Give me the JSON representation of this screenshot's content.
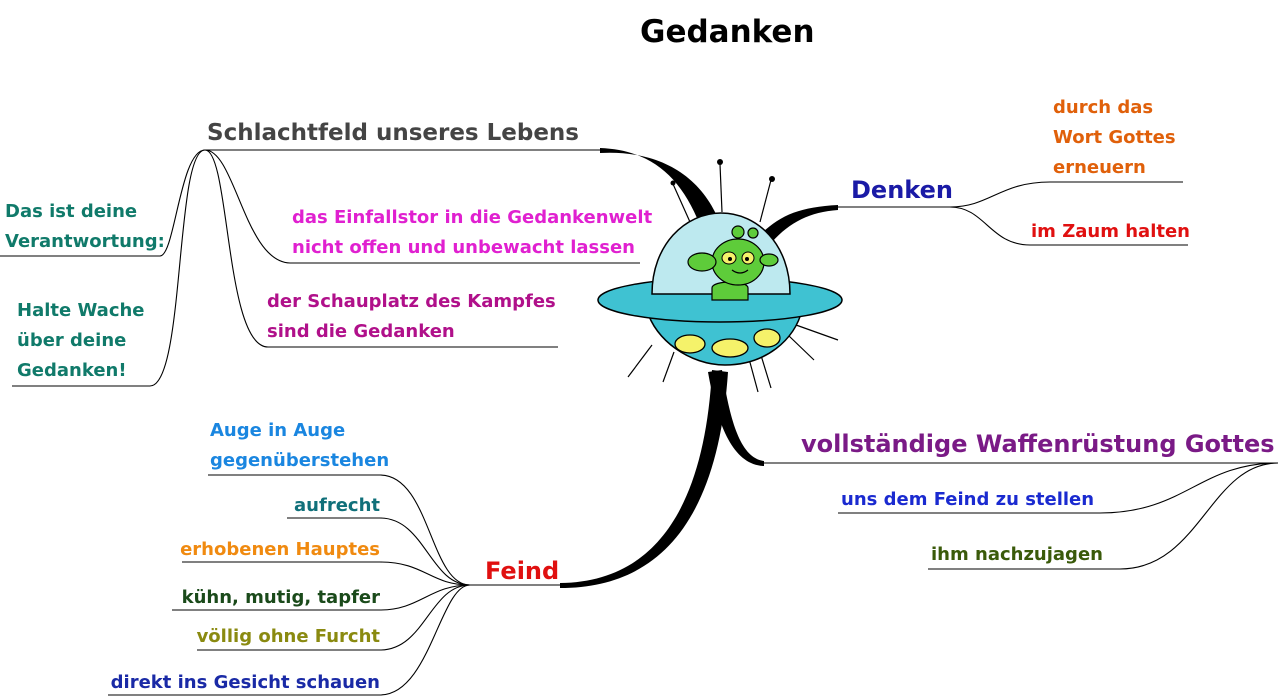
{
  "title": "Gedanken",
  "colors": {
    "schlachtfeld": "#444444",
    "denken": "#1a1aa6",
    "feind": "#e01010",
    "waffen": "#7a1a86",
    "orange": "#e0600a",
    "red": "#e01010",
    "magenta": "#e020d0",
    "purple": "#b0108a",
    "teal": "#107a6a",
    "sky": "#1a86e0",
    "darkteal": "#10707a",
    "amber": "#f08a10",
    "darkgreen": "#1a4a1a",
    "olive": "#8a8a10",
    "darkblue": "#1a2aa6",
    "blue": "#1a2ad0",
    "green": "#3a5a0a",
    "ufo_dome": "#bde9ef",
    "ufo_body": "#3fc2d2",
    "alien": "#5ecc3a"
  },
  "branches": {
    "schlachtfeld": {
      "label": "Schlachtfeld unseres Lebens",
      "children": [
        {
          "lines": [
            "das Einfallstor in die Gedankenwelt",
            "nicht offen und unbewacht lassen"
          ]
        },
        {
          "lines": [
            "der Schauplatz des Kampfes",
            "sind die Gedanken"
          ]
        },
        {
          "lines": [
            "Das ist deine",
            "Verantwortung:"
          ]
        },
        {
          "lines": [
            "Halte Wache",
            "über deine",
            "Gedanken!"
          ]
        }
      ]
    },
    "denken": {
      "label": "Denken",
      "children": [
        {
          "lines": [
            "durch das",
            "Wort Gottes",
            "erneuern"
          ]
        },
        {
          "lines": [
            "im Zaum halten"
          ]
        }
      ]
    },
    "feind": {
      "label": "Feind",
      "children": [
        {
          "lines": [
            "Auge in Auge",
            "gegenüberstehen"
          ]
        },
        {
          "lines": [
            "aufrecht"
          ]
        },
        {
          "lines": [
            "erhobenen Hauptes"
          ]
        },
        {
          "lines": [
            "kühn, mutig, tapfer"
          ]
        },
        {
          "lines": [
            "völlig ohne Furcht"
          ]
        },
        {
          "lines": [
            "direkt ins Gesicht schauen"
          ]
        }
      ]
    },
    "waffen": {
      "label": "vollständige Waffenrüstung Gottes",
      "children": [
        {
          "lines": [
            "uns dem Feind zu stellen"
          ]
        },
        {
          "lines": [
            "ihm nachzujagen"
          ]
        }
      ]
    }
  }
}
